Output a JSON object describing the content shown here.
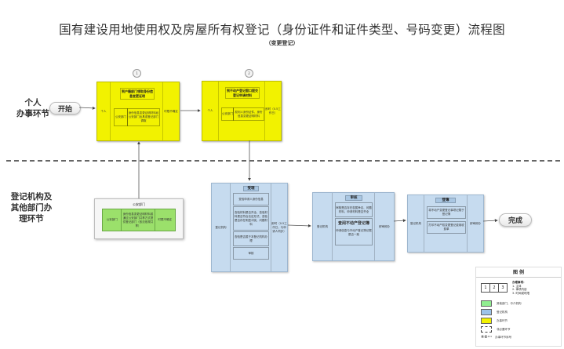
{
  "header": {
    "title": "国有建设用地使用权及房屋所有权登记（身份证件和证件类型、号码变更）流程图",
    "subtitle": "（变更登记）"
  },
  "lanes": {
    "personal": "个人\n办事环节",
    "registry": "登记机构及\n其他部门办\n理环节"
  },
  "terminals": {
    "start": "开始",
    "end": "完成"
  },
  "steps": [
    {
      "number": "1",
      "role": "个人",
      "title": "到户籍部门领取身份信息变更证明",
      "dept": "公安部门",
      "detail": "身份信息变更证明材料经公安部门出具或登记部门调取",
      "time": "时限不确定"
    },
    {
      "number": "2",
      "role": "个人",
      "title": "到不动产登记窗口提交登记申请材料",
      "dept": "公安部门",
      "detail": "权利人身份证件、身份信息变更证明材料",
      "time": "即时（0.5工作日）"
    }
  ],
  "police_box": {
    "title": "公安部门",
    "dept": "公安部门",
    "detail": "身份信息变更证明材料或通过公安部门共享方式提供登记部门（依法依规共享）",
    "time": "时限不确定"
  },
  "accept_box": {
    "role": "登记机构",
    "title": "受理",
    "items": [
      "查验申请人身份信息",
      "查验材料是否齐全、查验材料是否符合法定形式、查验是否存在明显冲突、问题材料",
      "查验是否属于本登记机构办理",
      "审核"
    ],
    "time": "即时（0.5工作日，与申请人同步）"
  },
  "review_box": {
    "role": "登记机构",
    "title": "审核",
    "items": [
      "审核是否存在权属争议、问题材料、申请材料是否齐全",
      "查阅不动产登记簿",
      "申请信息与不动产登记簿记载是否一致"
    ],
    "time": "即审即办"
  },
  "register_box": {
    "role": "登记机构",
    "title": "登簿",
    "items": [
      "将不动产变更登记事项记载于登记簿",
      "打印不动产权变更登记费用收费单"
    ],
    "time": "即审即办"
  },
  "legend": {
    "title": "图    例",
    "sample_cells": [
      "1",
      "2",
      "3"
    ],
    "notes_title": "办理事项：",
    "notes": [
      "1. 主体",
      "2. 事项内容",
      "3. 时间或时限"
    ],
    "items": [
      {
        "label": "其他部门、中介机构",
        "color": "#90ee90"
      },
      {
        "label": "登记机构",
        "color": "#9cc3ea"
      },
      {
        "label": "办事环节",
        "color": "#f2f200"
      },
      {
        "label": "非必要环节",
        "color": ""
      },
      {
        "label": "办事环节序号",
        "color": ""
      }
    ]
  },
  "colors": {
    "personal_step": "#f2f200",
    "registry_step": "#c6dbef",
    "other_dept": "#9be06b"
  }
}
